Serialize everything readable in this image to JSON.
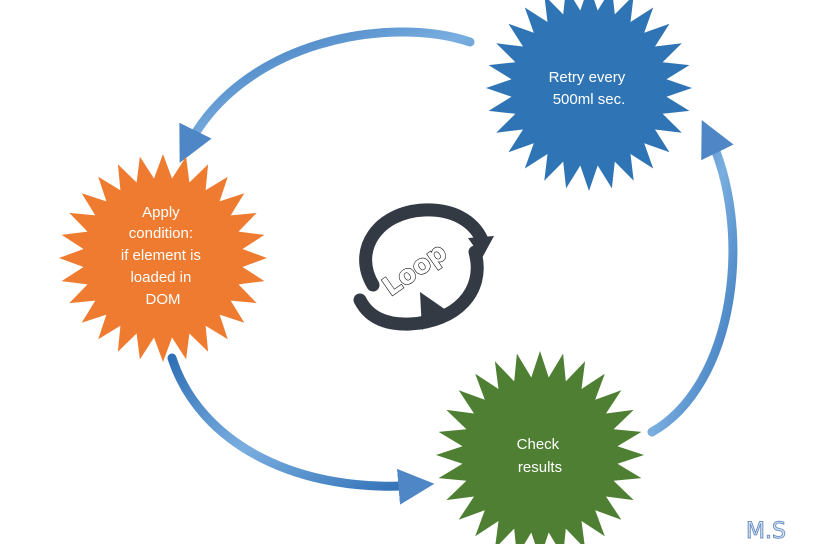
{
  "nodes": {
    "retry": {
      "lines": [
        "Retry every",
        "500ml sec."
      ],
      "color": "#2f74b5"
    },
    "apply": {
      "lines": [
        "Apply",
        "condition:",
        "if element is",
        "loaded in",
        "DOM"
      ],
      "color": "#ee7b30"
    },
    "check": {
      "lines": [
        "Check",
        "results"
      ],
      "color": "#4e7f33"
    }
  },
  "center": {
    "label": "Loop",
    "color": "#333a44"
  },
  "arrow_color": "#4f86c6",
  "watermark": "M.S"
}
